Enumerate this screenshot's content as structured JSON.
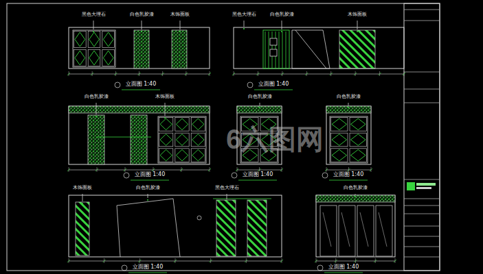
{
  "diagram": {
    "labels": [
      "立面图 1:40",
      "立面图 1:40",
      "立面图 1:40",
      "立面图 1:40",
      "立面图 1:40",
      "立面图 1:40",
      "立面图 1:40",
      "黑色大理石",
      "白色乳胶漆",
      "木饰面板",
      "黑色大理石",
      "白色乳胶漆",
      "木饰面板",
      "白色乳胶漆",
      "木饰面板",
      "白色乳胶漆",
      "白色乳胶漆",
      "木饰面板",
      "白色乳胶漆",
      "黑色大理石",
      "白色乳胶漆",
      "6六图网"
    ]
  }
}
